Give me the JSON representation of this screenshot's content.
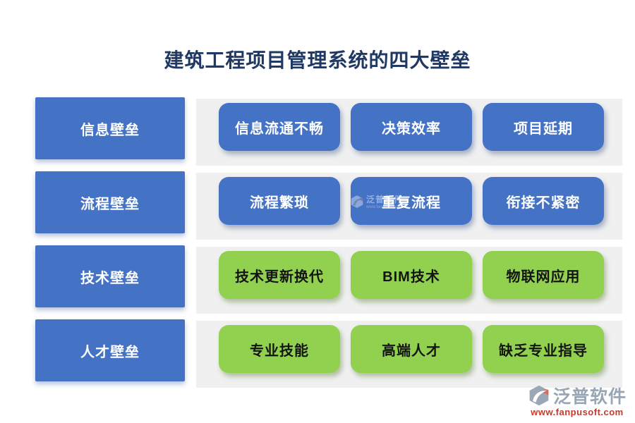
{
  "title": "建筑工程项目管理系统的四大壁垒",
  "rows": [
    {
      "category": "信息壁垒",
      "style": "blue",
      "items": [
        "信息流通不畅",
        "决策效率",
        "项目延期"
      ]
    },
    {
      "category": "流程壁垒",
      "style": "blue",
      "items": [
        "流程繁琐",
        "重复流程",
        "衔接不紧密"
      ]
    },
    {
      "category": "技术壁垒",
      "style": "green",
      "items": [
        "技术更新换代",
        "BIM技术",
        "物联网应用"
      ]
    },
    {
      "category": "人才壁垒",
      "style": "green",
      "items": [
        "专业技能",
        "高端人才",
        "缺乏专业指导"
      ]
    }
  ],
  "watermark": {
    "brand": "泛普软件",
    "url": "www.fanpusoft.com"
  },
  "colors": {
    "blue_box": "#4472C4",
    "green_box": "#92D050",
    "panel_gray": "#F0F0F1",
    "title_navy": "#1F3864",
    "brand_gray": "#98A6B4",
    "brand_red": "#C23B2E"
  }
}
